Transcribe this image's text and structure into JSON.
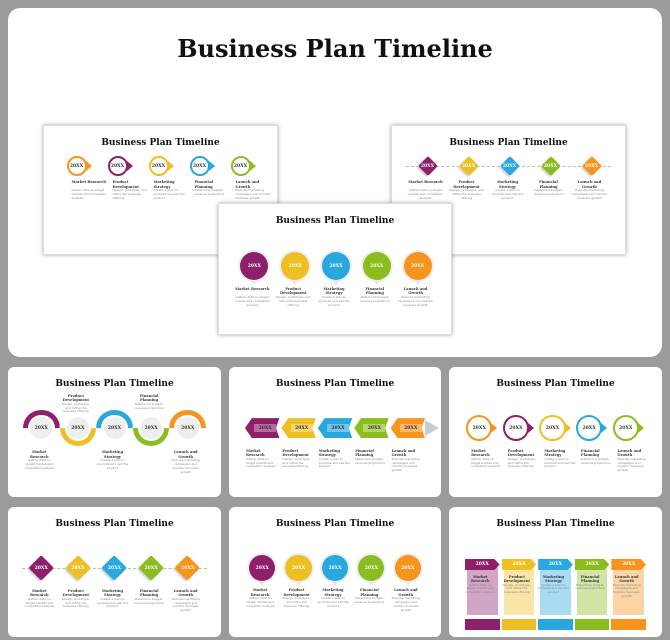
{
  "title": "Business Plan Timeline",
  "slide_title": "Business Plan Timeline",
  "colors": {
    "purple": "#8e1f6b",
    "yellow": "#eebf22",
    "blue": "#29a8e0",
    "green": "#8cbd1e",
    "orange": "#f7941d"
  },
  "year_label": "20XX",
  "steps": [
    {
      "label": "Market Research",
      "desc": "Gather data on target market and competitor analysis"
    },
    {
      "label": "Product Development",
      "desc": "Design, prototype, and refine the business offering"
    },
    {
      "label": "Marketing Strategy",
      "desc": "Create a plan to promote and sell the product"
    },
    {
      "label": "Financial Planning",
      "desc": "Determine budget, revenue projections"
    },
    {
      "label": "Launch and Growth",
      "desc": "Execute marketing campaigns and monitor business growth"
    }
  ],
  "slides": [
    {
      "name": "slide-ring-arrows-back",
      "variant": "ring",
      "order": [
        "orange",
        "purple",
        "yellow",
        "blue",
        "green"
      ]
    },
    {
      "name": "slide-diamonds-back",
      "variant": "diamond",
      "order": [
        "purple",
        "yellow",
        "blue",
        "green",
        "orange"
      ]
    },
    {
      "name": "slide-pins-front",
      "variant": "pin",
      "order": [
        "purple",
        "yellow",
        "blue",
        "green",
        "orange"
      ]
    },
    {
      "name": "thumb-wave",
      "variant": "wave",
      "order": [
        "purple",
        "yellow",
        "blue",
        "green",
        "orange"
      ]
    },
    {
      "name": "thumb-pencil",
      "variant": "pencil",
      "order": [
        "purple",
        "yellow",
        "blue",
        "green",
        "orange"
      ]
    },
    {
      "name": "thumb-ring-arrows",
      "variant": "ring",
      "order": [
        "orange",
        "purple",
        "yellow",
        "blue",
        "green"
      ]
    },
    {
      "name": "thumb-diamonds",
      "variant": "diamond",
      "order": [
        "purple",
        "yellow",
        "blue",
        "green",
        "orange"
      ]
    },
    {
      "name": "thumb-pins",
      "variant": "pin",
      "order": [
        "purple",
        "yellow",
        "blue",
        "green",
        "orange"
      ]
    },
    {
      "name": "thumb-banners",
      "variant": "banner",
      "order": [
        "purple",
        "yellow",
        "blue",
        "green",
        "orange"
      ]
    }
  ]
}
